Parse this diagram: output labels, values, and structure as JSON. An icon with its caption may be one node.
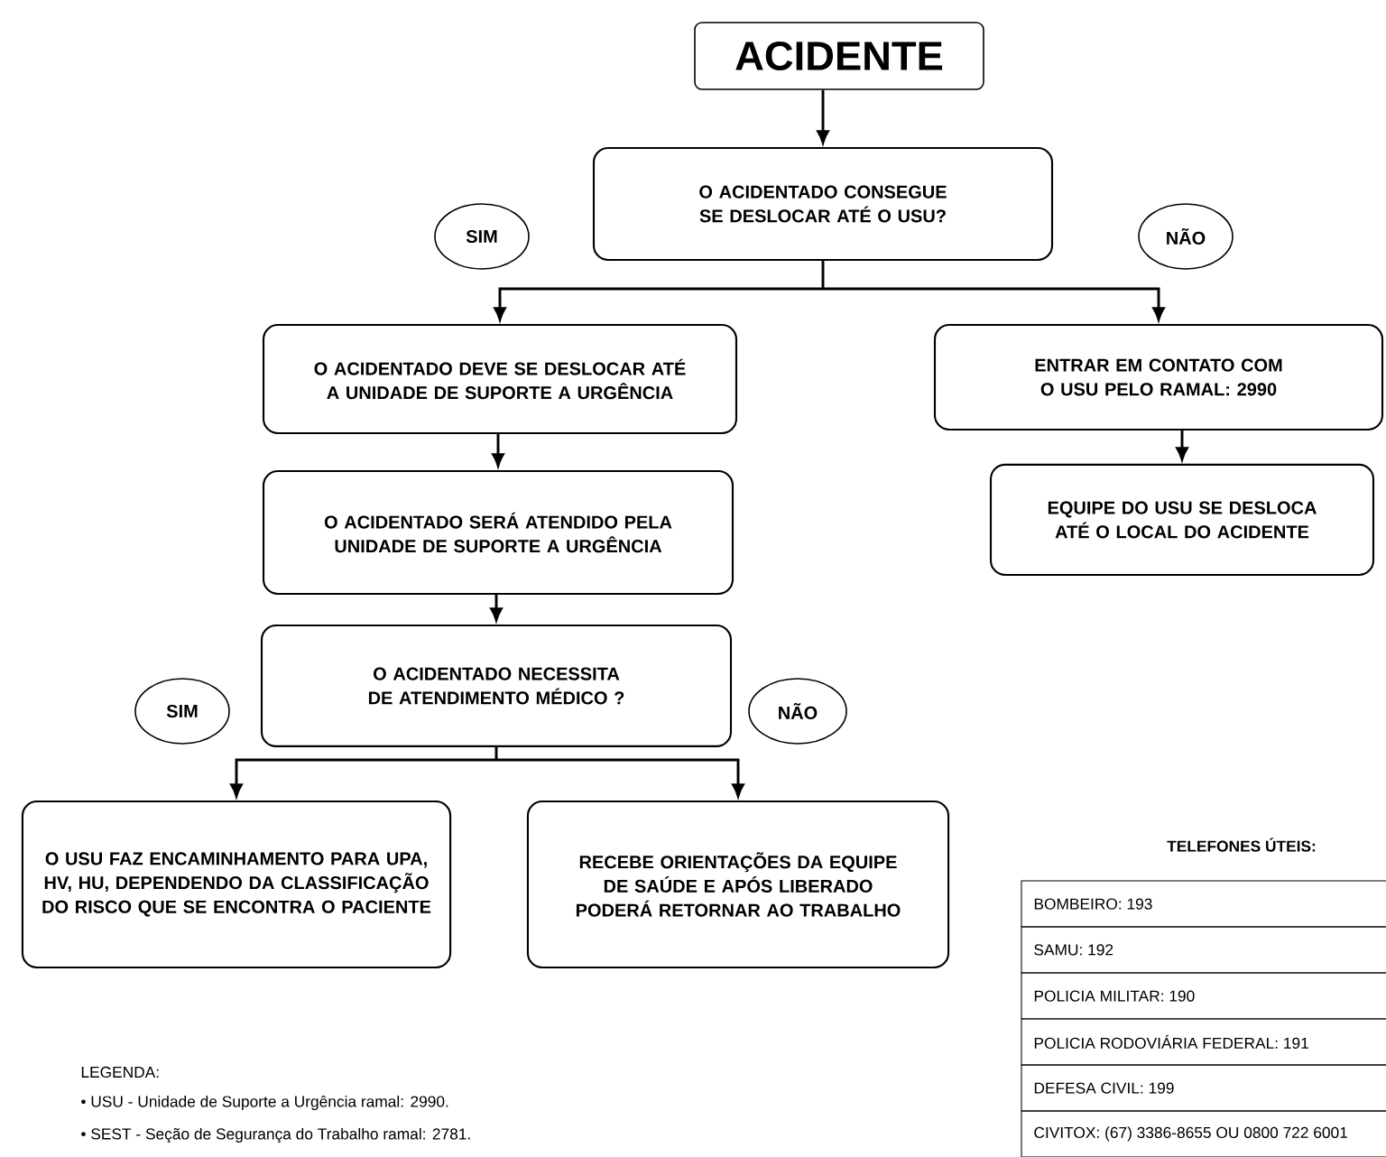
{
  "diagram": {
    "nodes": [
      {
        "text": [
          "ACIDENTE"
        ]
      },
      {
        "text": [
          "O ACIDENTADO CONSEGUE SE DESLOCAR ATÉ O USU?"
        ]
      },
      {
        "text": [
          "SIM"
        ]
      },
      {
        "text": [
          "NÃO"
        ]
      },
      {
        "text": [
          "O ACIDENTADO DEVE SE DESLOCAR ATÉ A UNIDADE DE SUPORTE A URGÊNCIA"
        ]
      },
      {
        "text": [
          "ENTRAR EM CONTATO COM O USU PELO RAMAL: 2990"
        ]
      },
      {
        "text": [
          "O ACIDENTADO SERÁ ATENDIDO PELA UNIDADE DE SUPORTE A URGÊNCIA"
        ]
      },
      {
        "text": [
          "EQUIPE DO USU SE DESLOCA ATÉ O LOCAL DO ACIDENTE"
        ]
      },
      {
        "text": [
          "O ACIDENTADO NECESSITA DE ATENDIMENTO MÉDICO ?"
        ]
      },
      {
        "text": [
          "SIM"
        ]
      },
      {
        "text": [
          "NÃO"
        ]
      },
      {
        "text": [
          "O USU FAZ ENCAMINHAMENTO PARA UPA, HV, HU, DEPENDENDO DA CLASSIFICAÇÃO DO RISCO QUE SE ENCONTRA O PACIENTE"
        ]
      },
      {
        "text": [
          "RECEBE ORIENTAÇÕES DA EQUIPE DE SAÚDE E APÓS LIBERADO PODERÁ RETORNAR AO TRABALHO"
        ]
      }
    ],
    "edges": [
      {
        "from": 0,
        "to": 1,
        "arrow": "to"
      },
      {
        "from": 1,
        "to": 4,
        "arrow": "to"
      },
      {
        "from": 1,
        "to": 5,
        "arrow": "to"
      },
      {
        "from": 4,
        "to": 6,
        "arrow": "to"
      },
      {
        "from": 5,
        "to": 7,
        "arrow": "to"
      },
      {
        "from": 6,
        "to": 8,
        "arrow": "to"
      },
      {
        "from": 8,
        "to": 11,
        "arrow": "to"
      },
      {
        "from": 8,
        "to": 12,
        "arrow": "to"
      }
    ],
    "labels": [
      "TELEFONES ÚTEIS:",
      "BOMBEIRO: 193",
      "SAMU: 192",
      "POLICIA MILITAR: 190",
      "POLICIA RODOVIÁRIA FEDERAL: 191",
      "DEFESA CIVIL: 199",
      "CIVITOX: (67) 3386-8655 OU 0800 722 6001",
      "LEGENDA:",
      "• USU - Unidade de Suporte a Urgência ramal: 2990.",
      "• SEST - Seção de Segurança do Trabalho ramal: 2781."
    ]
  }
}
